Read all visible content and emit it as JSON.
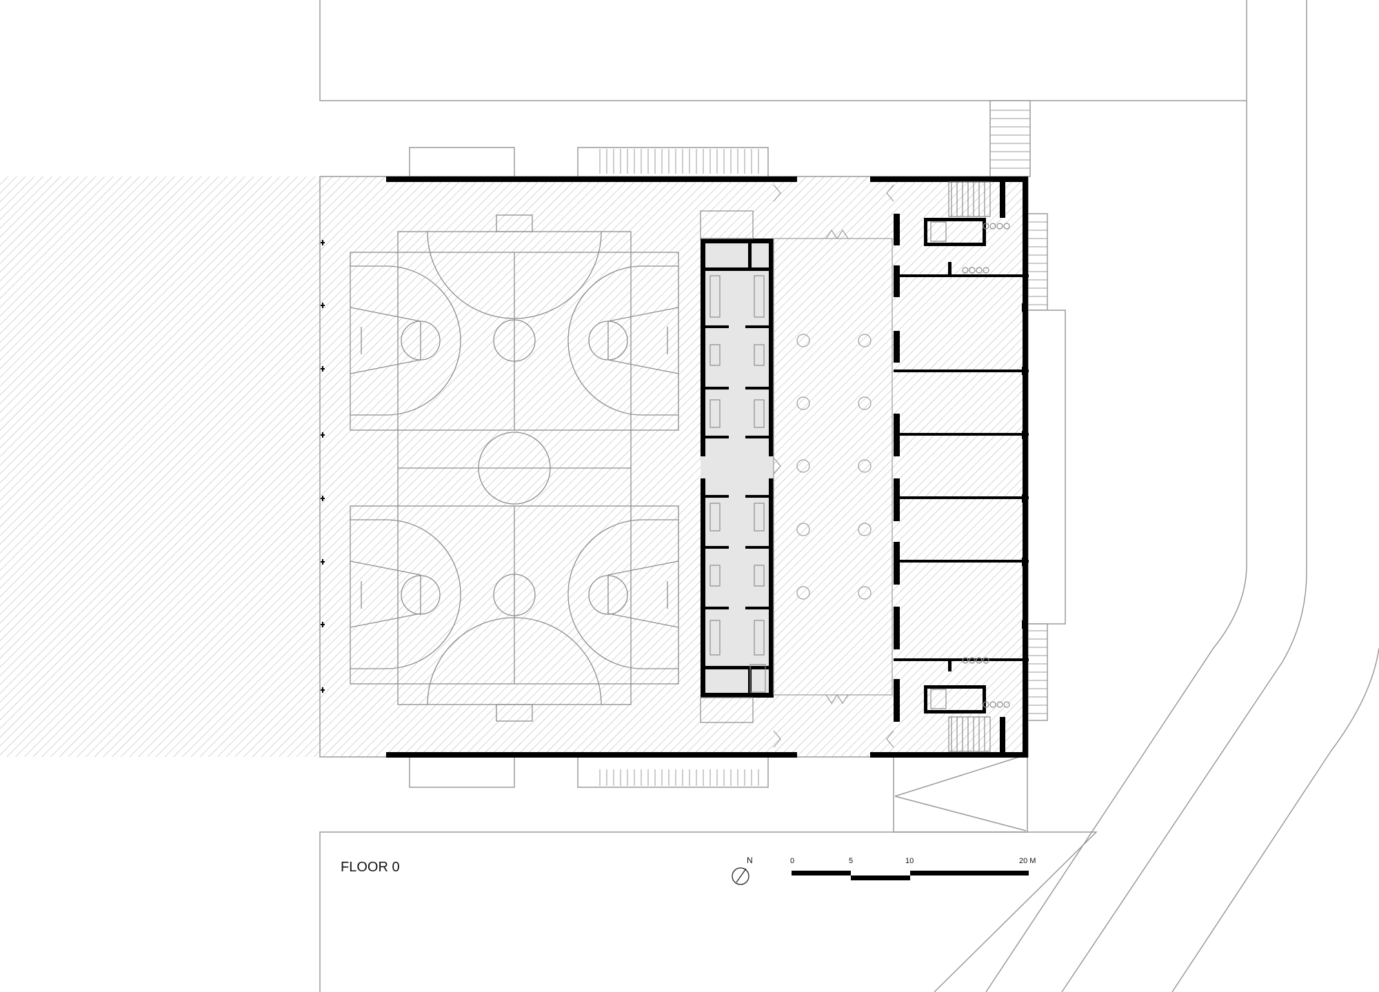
{
  "plan": {
    "title": "FLOOR 0",
    "north_label": "N",
    "scale_labels": [
      "0",
      "5",
      "10",
      "20 M"
    ]
  },
  "colors": {
    "line": "#9a9a9a",
    "wall": "#000000",
    "hatch": "#b8b8b8"
  }
}
